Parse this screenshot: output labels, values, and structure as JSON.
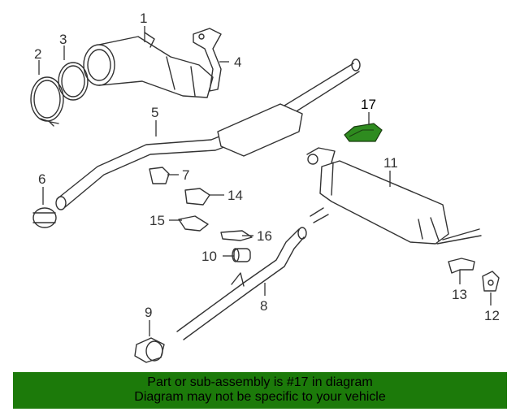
{
  "callouts": {
    "c1": "1",
    "c2": "2",
    "c3": "3",
    "c4": "4",
    "c5": "5",
    "c6": "6",
    "c7": "7",
    "c8": "8",
    "c9": "9",
    "c10": "10",
    "c11": "11",
    "c12": "12",
    "c13": "13",
    "c14": "14",
    "c15": "15",
    "c16": "16",
    "c17": "17"
  },
  "highlight_color": "#2e8b1f",
  "footer": {
    "line1": "Part or sub-assembly is #17 in diagram",
    "line2": "Diagram may not be specific to your vehicle",
    "background": "#1c7a0a"
  }
}
